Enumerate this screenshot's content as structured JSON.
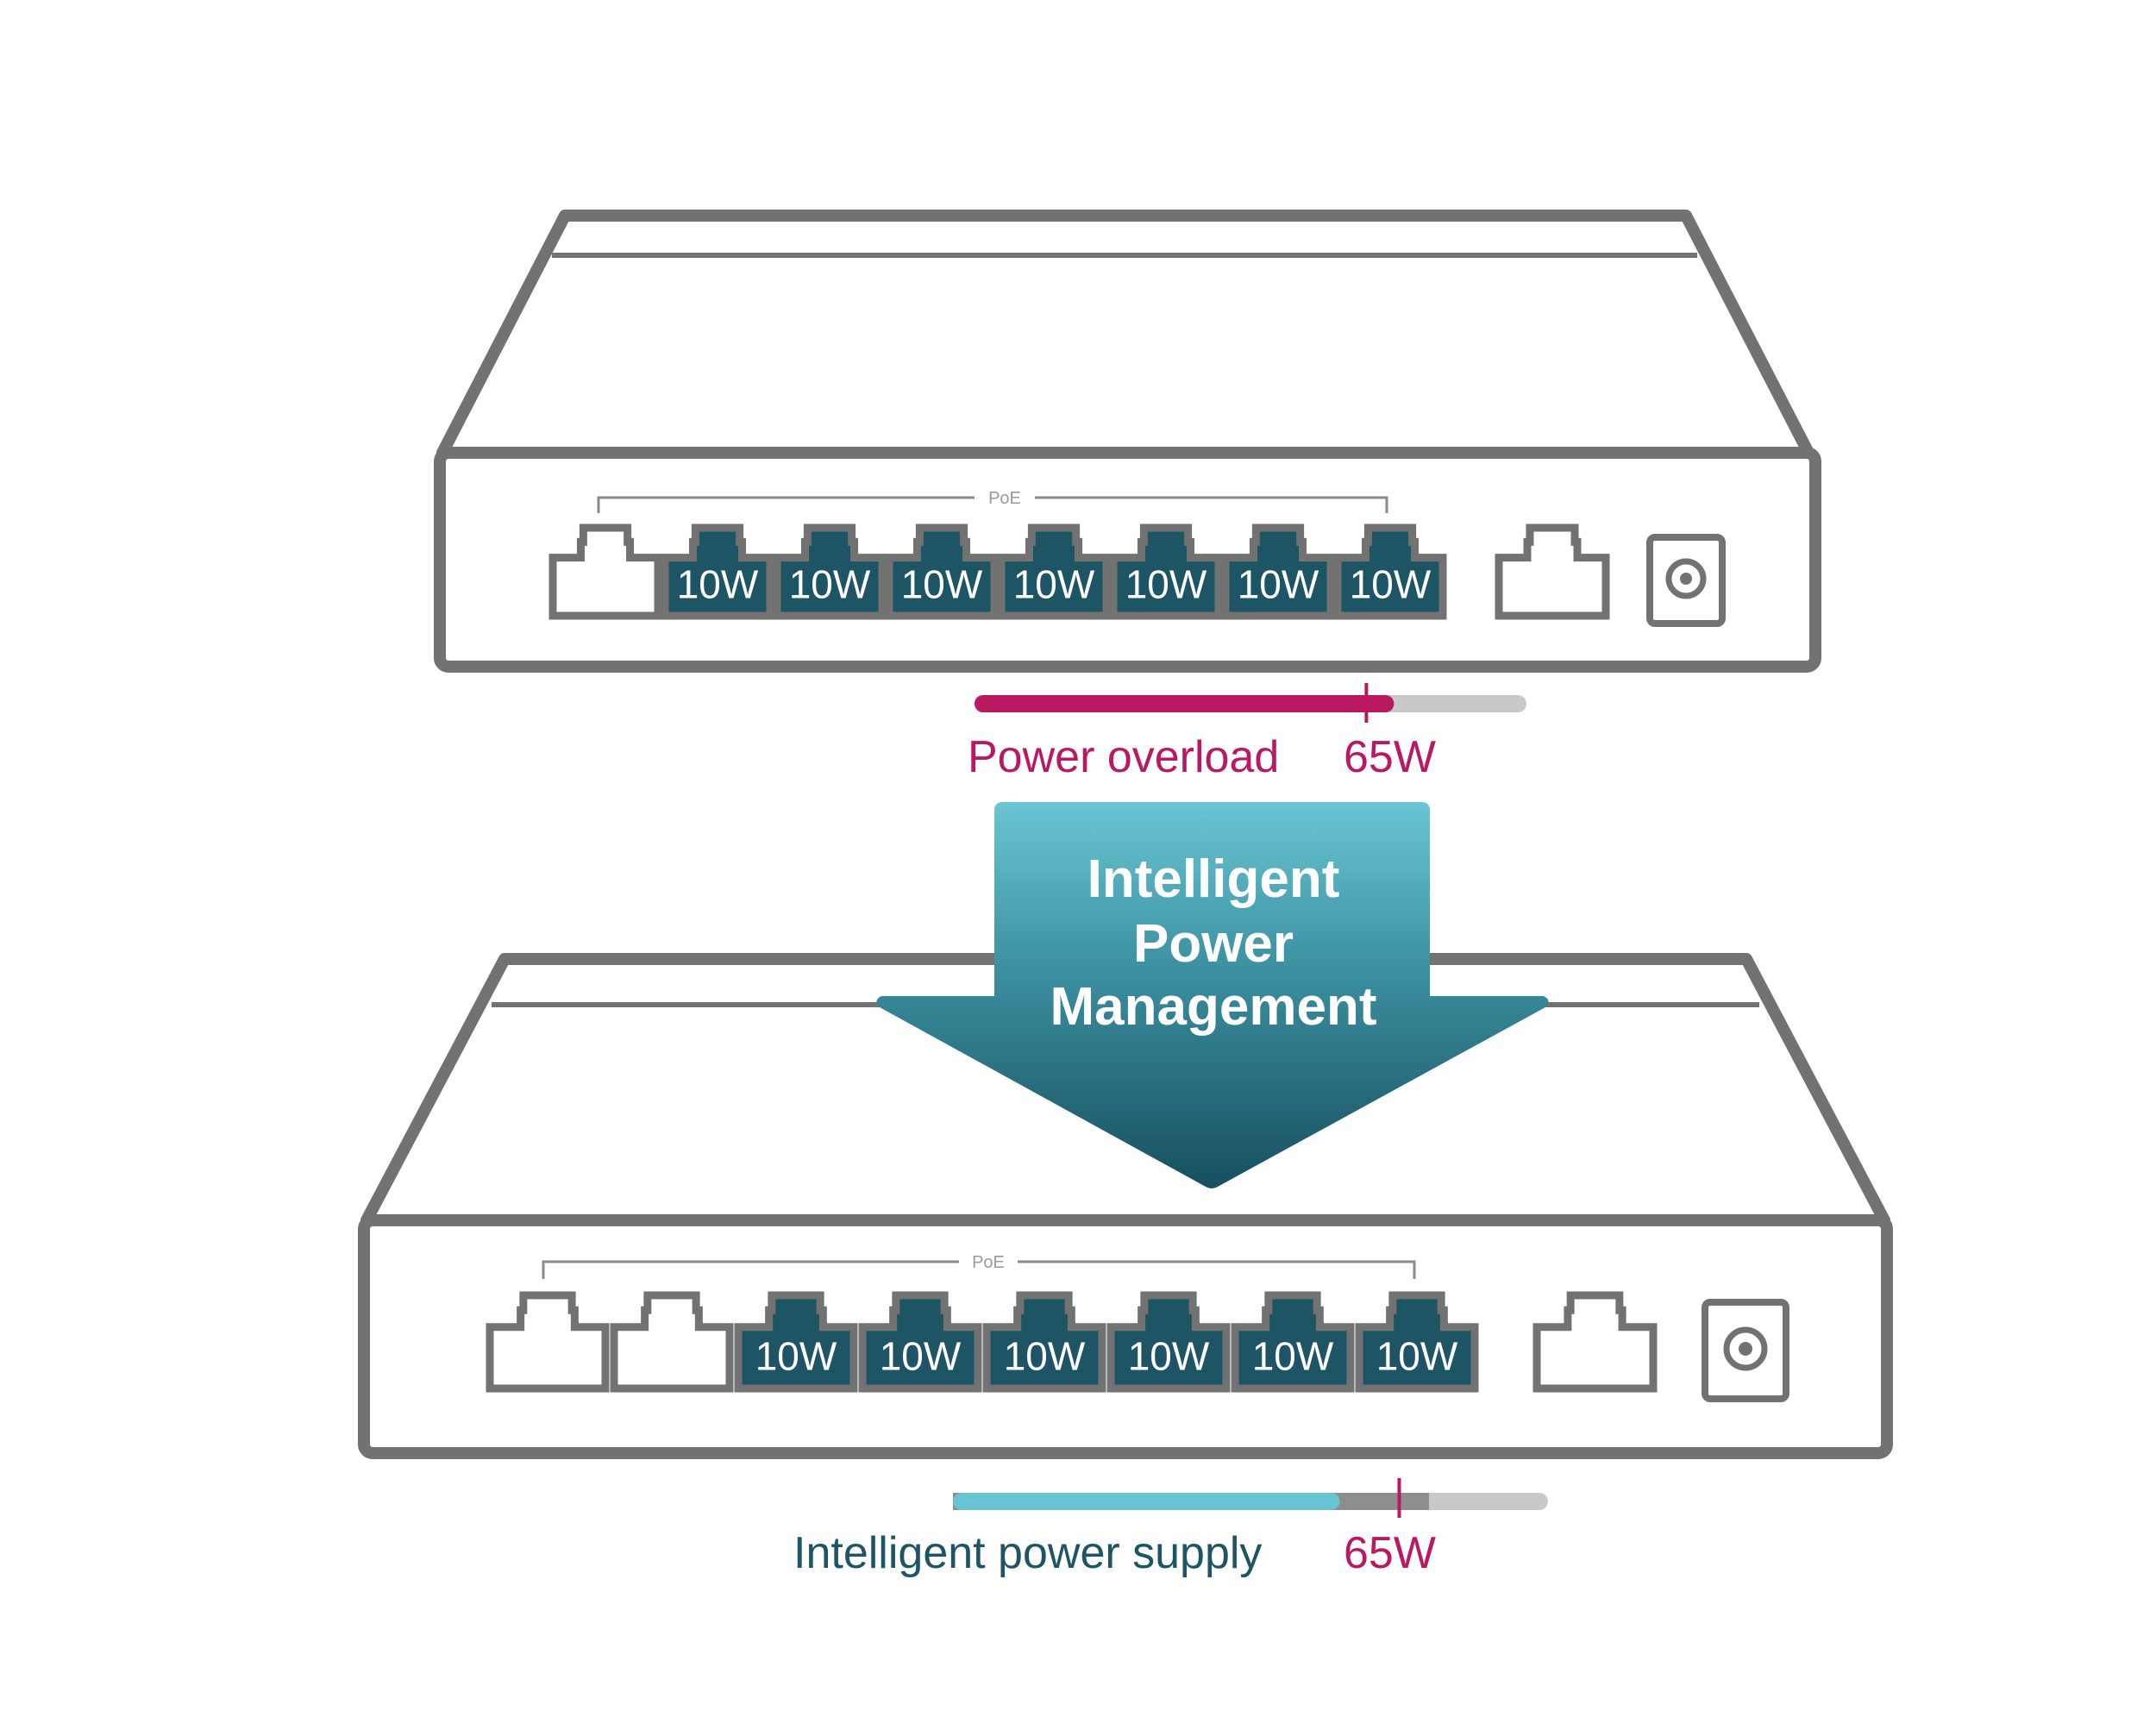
{
  "colors": {
    "outline": "#727272",
    "port_active": "#1d5565",
    "overload": "#bb1862",
    "supply": "#68c4d2",
    "bar_track": "#c9c9c9",
    "bar_reserved": "#8e8e8e",
    "supply_text": "#1d5565",
    "arrow_top": "#6ac6d3",
    "arrow_bottom": "#174f60"
  },
  "top_switch": {
    "poe_label": "PoE",
    "ports": [
      {
        "state": "off",
        "label": ""
      },
      {
        "state": "on",
        "label": "10W"
      },
      {
        "state": "on",
        "label": "10W"
      },
      {
        "state": "on",
        "label": "10W"
      },
      {
        "state": "on",
        "label": "10W"
      },
      {
        "state": "on",
        "label": "10W"
      },
      {
        "state": "on",
        "label": "10W"
      },
      {
        "state": "on",
        "label": "10W"
      }
    ],
    "power_bar": {
      "label": "Power overload",
      "limit_label": "65W",
      "fill_fraction": 0.76,
      "limit_fraction": 0.71
    }
  },
  "arrow": {
    "lines": [
      "Intelligent",
      "Power",
      "Management"
    ]
  },
  "bottom_switch": {
    "poe_label": "PoE",
    "ports": [
      {
        "state": "off",
        "label": ""
      },
      {
        "state": "off",
        "label": ""
      },
      {
        "state": "on",
        "label": "10W"
      },
      {
        "state": "on",
        "label": "10W"
      },
      {
        "state": "on",
        "label": "10W"
      },
      {
        "state": "on",
        "label": "10W"
      },
      {
        "state": "on",
        "label": "10W"
      },
      {
        "state": "on",
        "label": "10W"
      }
    ],
    "power_bar": {
      "label": "Intelligent power supply",
      "limit_label": "65W",
      "fill_fraction": 0.65,
      "reserved_fraction": 0.8,
      "limit_fraction": 0.75
    }
  }
}
